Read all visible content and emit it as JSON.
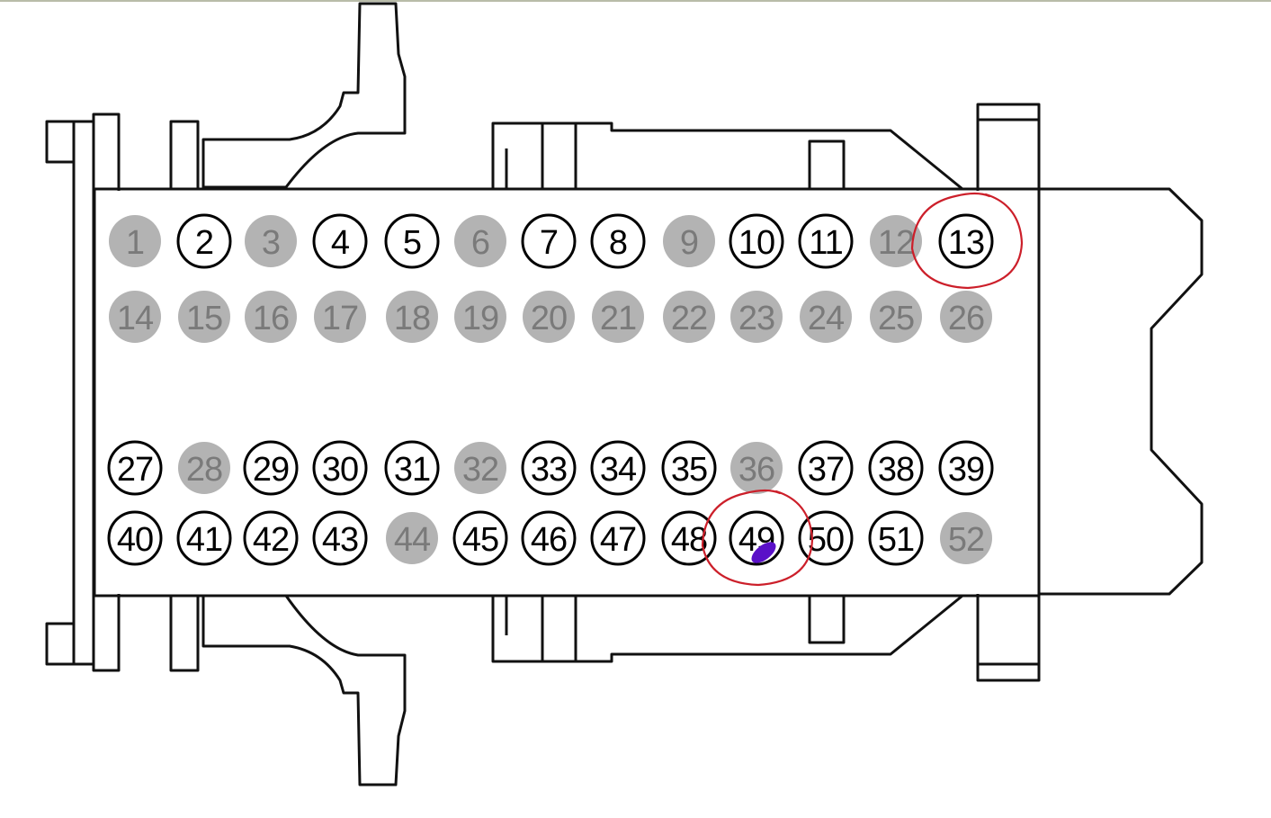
{
  "colors": {
    "outline": "#111111",
    "pin_used_stroke": "#000000",
    "pin_unused_fill": "#b3b3b3",
    "pin_unused_text": "#7a7a7a",
    "highlight_circle": "#cc1f2a",
    "mark": "#5a10c8"
  },
  "connector": {
    "rows": [
      {
        "pins": [
          {
            "label": "1",
            "used": false
          },
          {
            "label": "2",
            "used": true
          },
          {
            "label": "3",
            "used": false
          },
          {
            "label": "4",
            "used": true
          },
          {
            "label": "5",
            "used": true
          },
          {
            "label": "6",
            "used": false
          },
          {
            "label": "7",
            "used": true
          },
          {
            "label": "8",
            "used": true
          },
          {
            "label": "9",
            "used": false
          },
          {
            "label": "10",
            "used": true
          },
          {
            "label": "11",
            "used": true
          },
          {
            "label": "12",
            "used": false
          },
          {
            "label": "13",
            "used": true
          }
        ]
      },
      {
        "pins": [
          {
            "label": "14",
            "used": false
          },
          {
            "label": "15",
            "used": false
          },
          {
            "label": "16",
            "used": false
          },
          {
            "label": "17",
            "used": false
          },
          {
            "label": "18",
            "used": false
          },
          {
            "label": "19",
            "used": false
          },
          {
            "label": "20",
            "used": false
          },
          {
            "label": "21",
            "used": false
          },
          {
            "label": "22",
            "used": false
          },
          {
            "label": "23",
            "used": false
          },
          {
            "label": "24",
            "used": false
          },
          {
            "label": "25",
            "used": false
          },
          {
            "label": "26",
            "used": false
          }
        ]
      },
      {
        "pins": [
          {
            "label": "27",
            "used": true
          },
          {
            "label": "28",
            "used": false
          },
          {
            "label": "29",
            "used": true
          },
          {
            "label": "30",
            "used": true
          },
          {
            "label": "31",
            "used": true
          },
          {
            "label": "32",
            "used": false
          },
          {
            "label": "33",
            "used": true
          },
          {
            "label": "34",
            "used": true
          },
          {
            "label": "35",
            "used": true
          },
          {
            "label": "36",
            "used": false
          },
          {
            "label": "37",
            "used": true
          },
          {
            "label": "38",
            "used": true
          },
          {
            "label": "39",
            "used": true
          }
        ]
      },
      {
        "pins": [
          {
            "label": "40",
            "used": true
          },
          {
            "label": "41",
            "used": true
          },
          {
            "label": "42",
            "used": true
          },
          {
            "label": "43",
            "used": true
          },
          {
            "label": "44",
            "used": false
          },
          {
            "label": "45",
            "used": true
          },
          {
            "label": "46",
            "used": true
          },
          {
            "label": "47",
            "used": true
          },
          {
            "label": "48",
            "used": true
          },
          {
            "label": "49",
            "used": true
          },
          {
            "label": "50",
            "used": true
          },
          {
            "label": "51",
            "used": true
          },
          {
            "label": "52",
            "used": false
          }
        ]
      }
    ]
  },
  "annotations": {
    "circled_pins": [
      "13",
      "49"
    ],
    "marked_pins": [
      "49"
    ]
  }
}
